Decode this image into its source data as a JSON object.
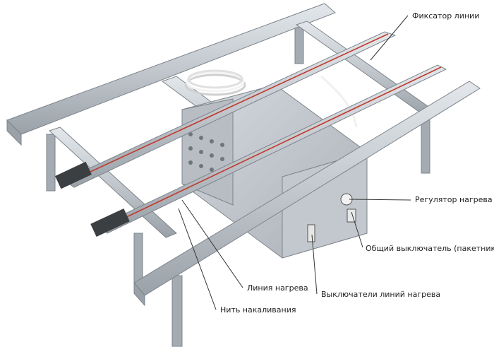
{
  "labels": {
    "line_clamp": "Фиксатор линии",
    "heat_regulator": "Регулятор нагрева",
    "main_switch": "Общий выключатель (пакетник)",
    "heating_line": "Линия нагрева",
    "line_switches": "Выключатели линий нагрева",
    "filament": "Нить накаливания"
  },
  "colors": {
    "frame": "#bfc5cc",
    "frame_dark": "#8e959d",
    "box": "#c9ced4",
    "heating_wire": "#c0392b",
    "leader": "#333333"
  }
}
